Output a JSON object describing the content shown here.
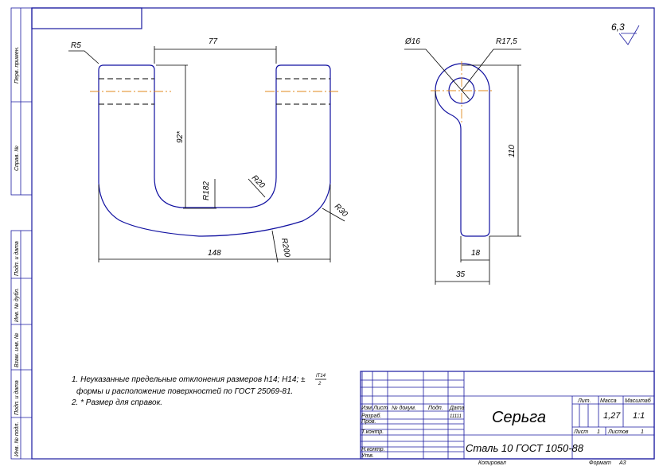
{
  "side_strip": {
    "top": [
      "Перв. примен.",
      "Справ. №"
    ],
    "bottom": [
      "Подп. и дата",
      "Инв. № дубл.",
      "Взам. инв. №",
      "Подп. и дата",
      "Инв. № подл."
    ]
  },
  "roughness": "6,3",
  "front_view": {
    "r5": "R5",
    "d77": "77",
    "d92": "92*",
    "r182": "R182",
    "r20": "R20",
    "r30": "R30",
    "r200": "R200",
    "d148": "148"
  },
  "side_view": {
    "phi16": "Ø16",
    "r17_5": "R17,5",
    "d110": "110",
    "d18": "18",
    "d35": "35"
  },
  "notes": [
    "1. Неуказанные предельные отклонения размеров h14; H14; ±",
    "формы и расположение поверхностей по ГОСТ 25069-81.",
    "2. * Размер для справок."
  ],
  "notes_fraction": {
    "num": "IT14",
    "den": "2"
  },
  "title_block": {
    "headers": [
      "Изм.",
      "Лист",
      "№ докум.",
      "Подп.",
      "Дата"
    ],
    "roles": [
      "Разраб.",
      "Пров.",
      "Т.контр.",
      "Н.контр.",
      "Утв."
    ],
    "date_value": "11111",
    "name": "Серьга",
    "material": "Сталь 10  ГОСТ 1050-88",
    "lit_label": "Лит.",
    "mass_label": "Масса",
    "scale_label": "Масштаб",
    "mass": "1,27",
    "scale": "1:1",
    "sheet_label": "Лист",
    "sheet": "1",
    "sheets_label": "Листов",
    "sheets": "1",
    "copied": "Копировал",
    "format_label": "Формат",
    "format": "А3"
  }
}
